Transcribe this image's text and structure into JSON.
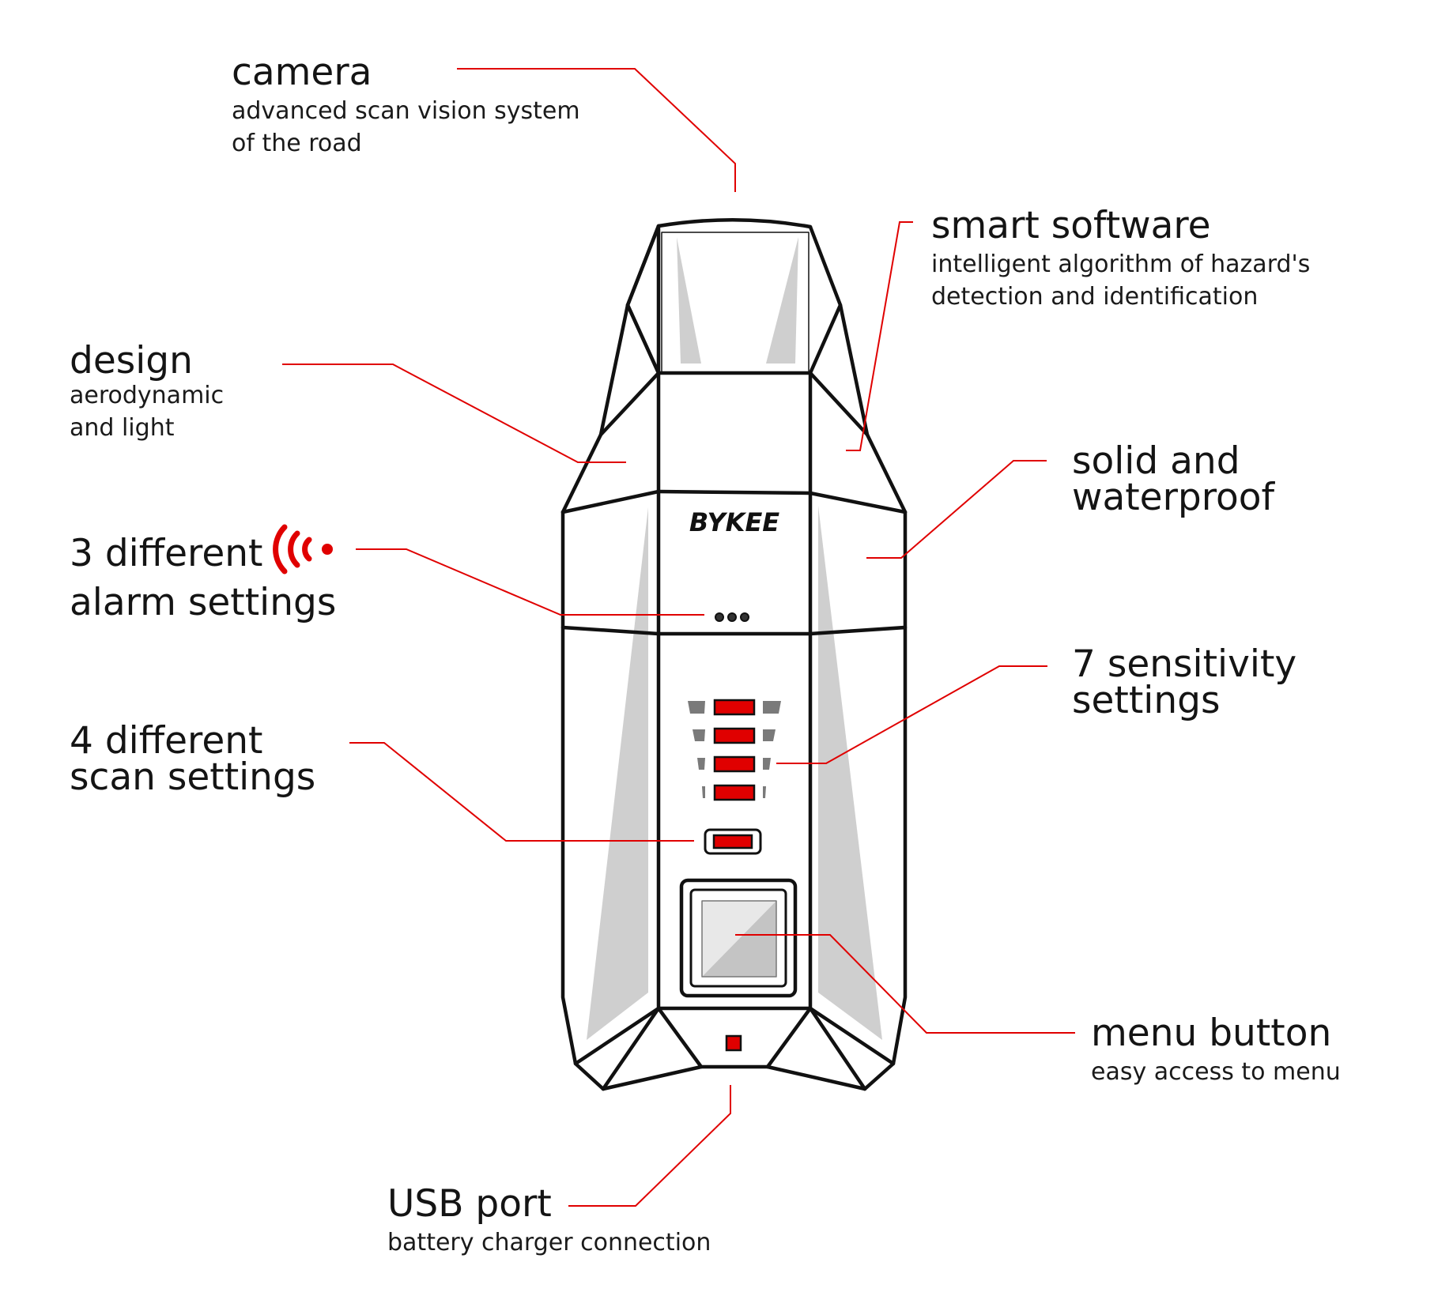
{
  "brand": "BYKEE",
  "colors": {
    "accent": "#e00000",
    "outline": "#111111",
    "shade": "#cfcfcf",
    "led": "#e00000"
  },
  "icons": {
    "alarm": "radio-waves-icon"
  },
  "callouts": {
    "camera": {
      "title": "camera",
      "sub1": "advanced scan vision system",
      "sub2": "of the road"
    },
    "software": {
      "title": "smart software",
      "sub1": "intelligent algorithm of hazard's",
      "sub2": "detection and identification"
    },
    "design": {
      "title": "design",
      "sub1": "aerodynamic",
      "sub2": "and light"
    },
    "solid": {
      "line1": "solid and",
      "line2": "waterproof"
    },
    "alarm": {
      "line1": "3 different",
      "line2": "alarm settings"
    },
    "sensitivity": {
      "line1": "7 sensitivity",
      "line2": "settings"
    },
    "scan": {
      "line1": "4 different",
      "line2": "scan settings"
    },
    "menu": {
      "title": "menu button",
      "sub1": "easy access to menu"
    },
    "usb": {
      "title": "USB port",
      "sub1": "battery charger connection"
    }
  }
}
